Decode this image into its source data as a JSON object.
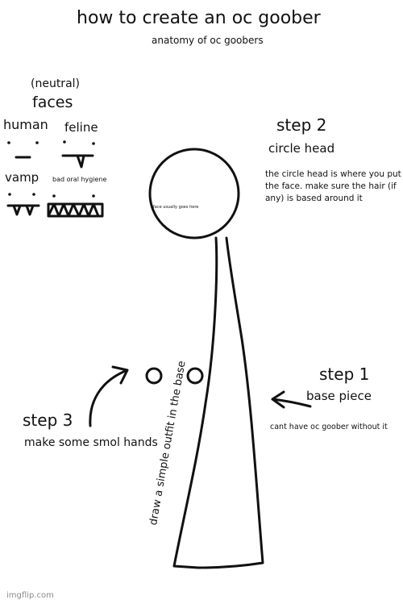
{
  "header": {
    "title": "how to create an oc goober",
    "subtitle": "anatomy of oc goobers"
  },
  "faces": {
    "neutral_note": "(neutral)",
    "heading": "faces",
    "human": "human",
    "feline": "feline",
    "vamp": "vamp",
    "bad_oral_hygiene": "bad oral hygiene"
  },
  "step2": {
    "title": "step 2",
    "name": "circle head",
    "description_lines": [
      "the circle head is where you put",
      "the face. make sure the hair (if",
      "any) is based around it"
    ],
    "face_note": "face usually goes here"
  },
  "step1": {
    "title": "step 1",
    "name": "base piece",
    "description": "cant have oc goober without it"
  },
  "step3": {
    "title": "step 3",
    "name": "make some smol hands"
  },
  "body_note": "draw a simple outfit in the base",
  "watermark": "imgflip.com",
  "colors": {
    "ink": "#111111",
    "background": "#ffffff",
    "watermark": "#8a8a8a"
  }
}
